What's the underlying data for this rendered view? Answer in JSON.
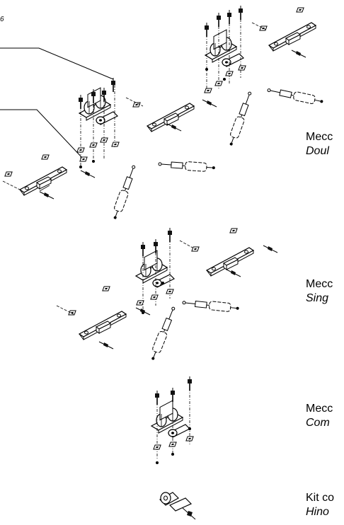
{
  "reference_number": "6",
  "callouts": [
    {
      "line1": "Mecc",
      "line2": "Doul"
    },
    {
      "line1": "Mecc",
      "line2": "Sing"
    },
    {
      "line1": "Mecc",
      "line2": "Com"
    },
    {
      "line1": "Kit co",
      "line2": "Hino"
    }
  ]
}
